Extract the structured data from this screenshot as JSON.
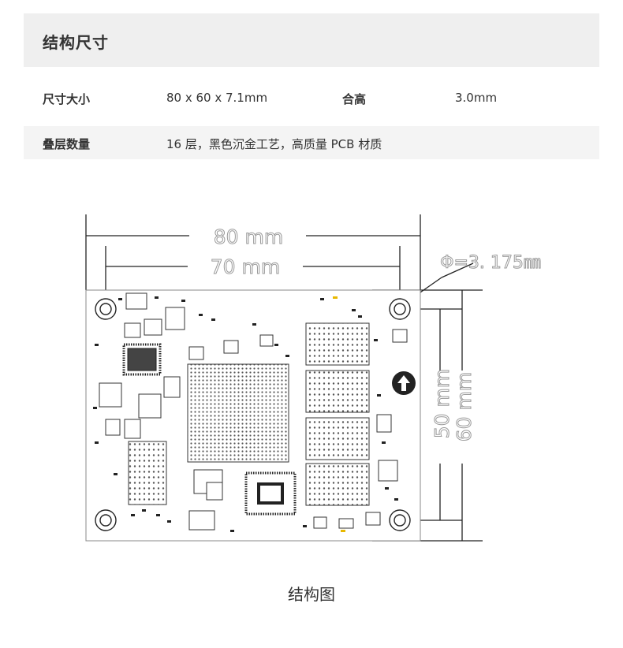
{
  "section_title": "结构尺寸",
  "specs": {
    "size_label": "尺寸大小",
    "size_value": "80 x 60 x 7.1mm",
    "height_label": "合高",
    "height_value": "3.0mm",
    "layers_label": "叠层数量",
    "layers_value": "16 层，黑色沉金工艺，高质量 PCB 材质"
  },
  "dimensions": {
    "width_outer": "80 mm",
    "width_inner": "70 mm",
    "hole_diameter": "Φ=3. 175㎜",
    "height_inner": "50 mm",
    "height_outer": "60 mm"
  },
  "caption": "结构图"
}
